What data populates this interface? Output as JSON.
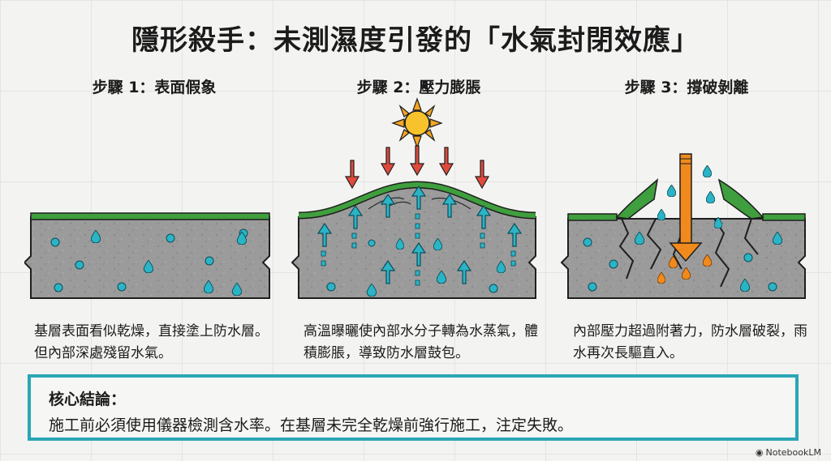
{
  "title": "隱形殺手：未測濕度引發的「水氣封閉效應」",
  "steps": [
    {
      "title": "步驟 1：表面假象",
      "description": "基層表面看似乾燥，直接塗上防水層。但內部深處殘留水氣。"
    },
    {
      "title": "步驟 2：壓力膨脹",
      "description": "高溫曝曬使內部水分子轉為水蒸氣，體積膨脹，導致防水層鼓包。"
    },
    {
      "title": "步驟 3：撐破剝離",
      "description": "內部壓力超過附著力，防水層破裂，雨水再次長驅直入。"
    }
  ],
  "conclusion": {
    "heading": "核心結論：",
    "text": "施工前必須使用儀器檢測含水率。在基層未完全乾燥前強行施工，注定失敗。"
  },
  "brand": "NotebookLM",
  "colors": {
    "accent_border": "#2aa6b6",
    "membrane": "#3f9e3d",
    "water": "#2bb4c6",
    "heat_arrow": "#e04a3b",
    "breach_arrow": "#f08a1c",
    "concrete": "#9b9b9b"
  }
}
